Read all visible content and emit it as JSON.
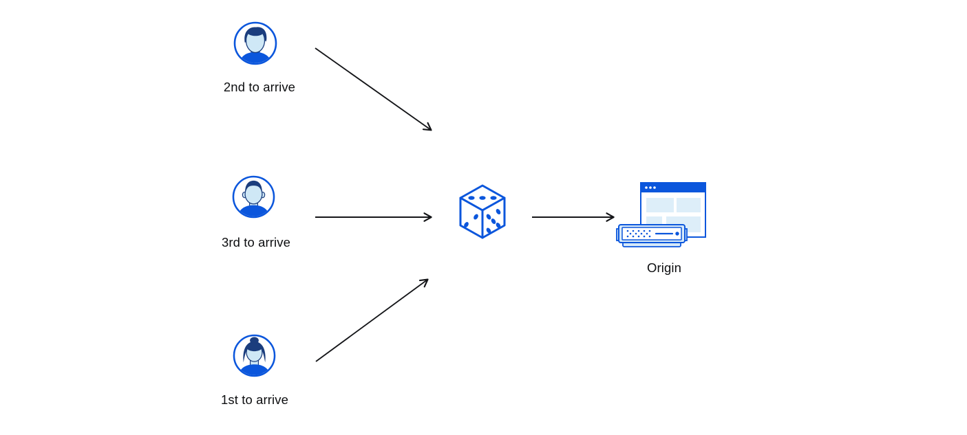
{
  "diagram": {
    "clients": [
      {
        "label": "2nd to arrive",
        "icon": "male-avatar-icon"
      },
      {
        "label": "3rd to arrive",
        "icon": "male-avatar-icon"
      },
      {
        "label": "1st to arrive",
        "icon": "female-avatar-icon"
      }
    ],
    "selector": {
      "icon": "dice-icon"
    },
    "origin": {
      "label": "Origin",
      "icon": "origin-server-icon"
    },
    "arrows": [
      {
        "from": "client-2nd",
        "to": "dice"
      },
      {
        "from": "client-3rd",
        "to": "dice"
      },
      {
        "from": "client-1st",
        "to": "dice"
      },
      {
        "from": "dice",
        "to": "origin"
      }
    ],
    "colors": {
      "blue": "#0b56dc",
      "navy": "#1b3d7d",
      "skin": "#cfe8f6",
      "panel_light_blue": "#ddeef9",
      "server_fill": "#d6e9f8",
      "arrow_black": "#141518"
    }
  }
}
